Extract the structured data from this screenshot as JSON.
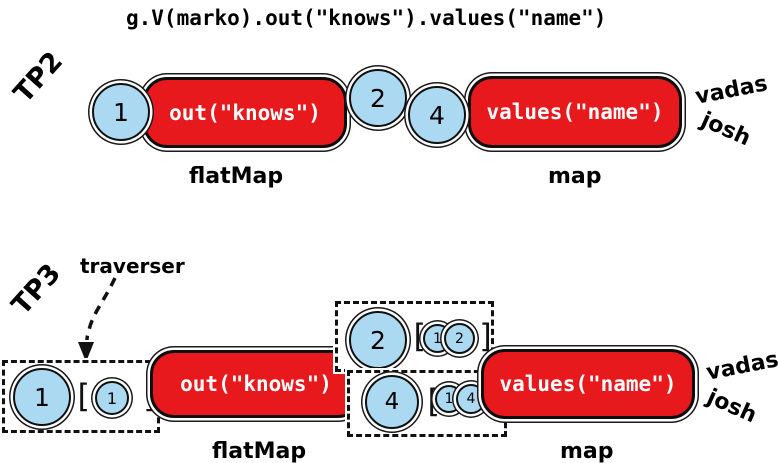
{
  "title": "g.V(marko).out(\"knows\").values(\"name\")",
  "colors": {
    "step_red": "#e8191d",
    "traverser_blue": "#abd9f2",
    "outline": "#000000"
  },
  "bracket_open": "[",
  "bracket_close": "]",
  "tp2": {
    "section_label": "TP2",
    "input_traverser": "1",
    "step1_label": "out(\"knows\")",
    "step1_kind": "flatMap",
    "mid_traverser_a": "2",
    "mid_traverser_b": "4",
    "step2_label": "values(\"name\")",
    "step2_kind": "map",
    "output_a": "vadas",
    "output_b": "josh"
  },
  "tp3": {
    "section_label": "TP3",
    "traverser_callout": "traverser",
    "input": {
      "value": "1",
      "path_a": "1"
    },
    "step1_label": "out(\"knows\")",
    "step1_kind": "flatMap",
    "mid_a": {
      "value": "2",
      "path_a": "1",
      "path_b": "2"
    },
    "mid_b": {
      "value": "4",
      "path_a": "1",
      "path_b": "4"
    },
    "step2_label": "values(\"name\")",
    "step2_kind": "map",
    "output_a": "vadas",
    "output_b": "josh"
  }
}
